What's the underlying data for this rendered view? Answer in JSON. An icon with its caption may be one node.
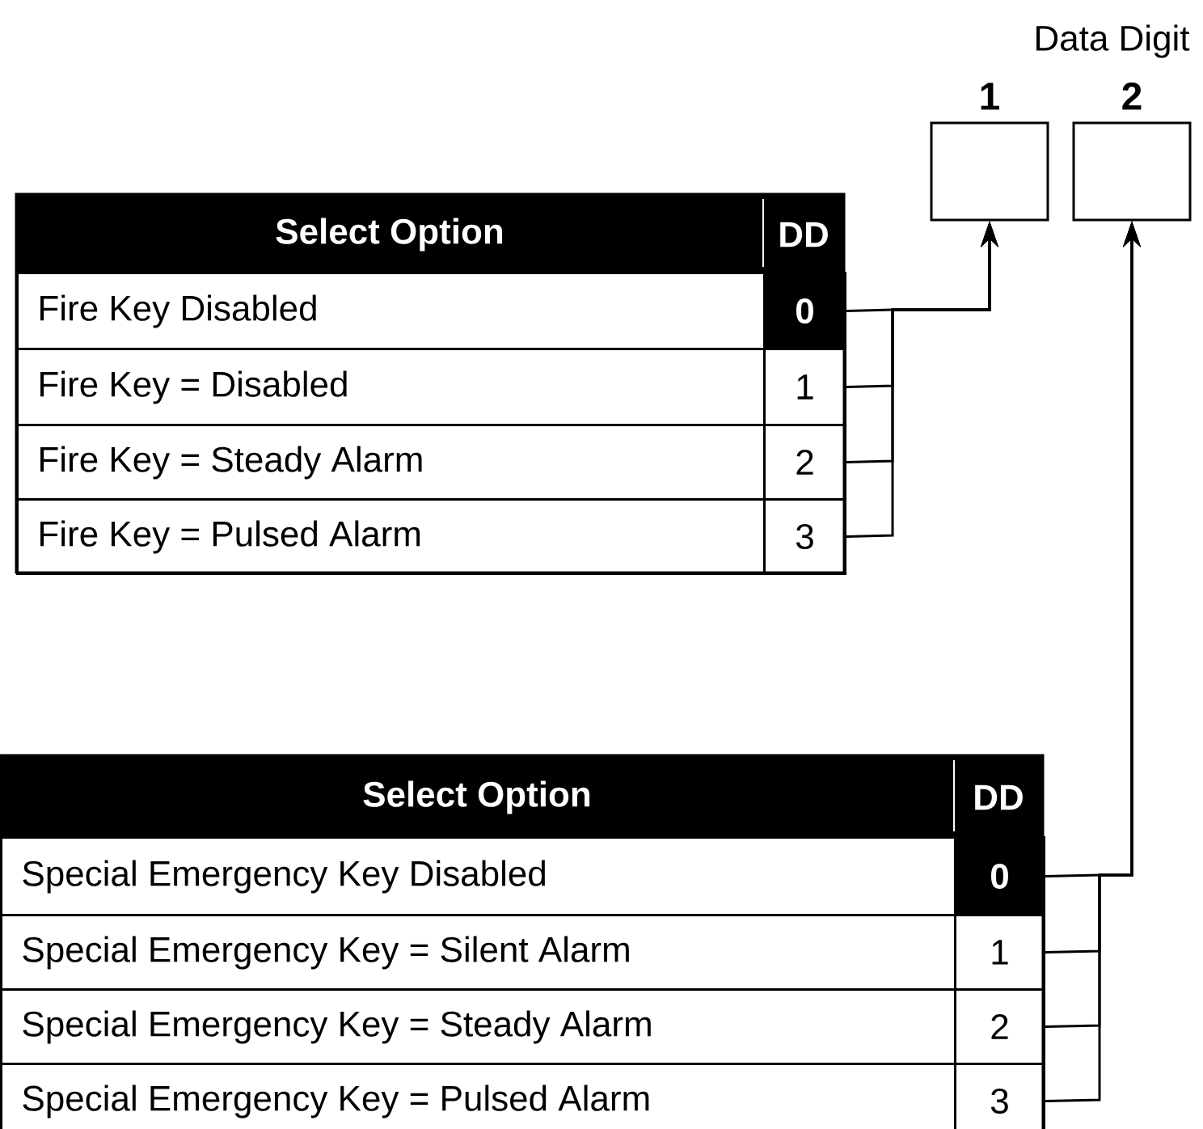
{
  "diagram": {
    "nodes": [
      {
        "text": [
          "1"
        ]
      },
      {
        "text": [
          "2"
        ]
      },
      {
        "text": [
          "Select Option",
          "DD"
        ]
      },
      {
        "text": [
          "Fire Key Disabled"
        ],
        "in": 2
      },
      {
        "text": [
          "0"
        ],
        "in": 2
      },
      {
        "text": [
          "Fire Key = Disabled"
        ],
        "in": 2
      },
      {
        "text": [
          "1"
        ],
        "in": 2
      },
      {
        "text": [
          "Fire Key = Steady Alarm"
        ],
        "in": 2
      },
      {
        "text": [
          "2"
        ],
        "in": 2
      },
      {
        "text": [
          "Fire Key = Pulsed Alarm"
        ],
        "in": 2
      },
      {
        "text": [
          "3"
        ],
        "in": 2
      },
      {
        "text": [
          "Select Option",
          "DD"
        ]
      },
      {
        "text": [
          "Special Emergency Key Disabled"
        ],
        "in": 11
      },
      {
        "text": [
          "0"
        ],
        "in": 11
      },
      {
        "text": [
          "Special Emergency Key = Silent Alarm"
        ],
        "in": 11
      },
      {
        "text": [
          "1"
        ],
        "in": 11
      },
      {
        "text": [
          "Special Emergency Key = Steady Alarm"
        ],
        "in": 11
      },
      {
        "text": [
          "2"
        ],
        "in": 11
      },
      {
        "text": [
          "Special Emergency Key = Pulsed Alarm"
        ],
        "in": 11
      },
      {
        "text": [
          "3"
        ],
        "in": 11
      }
    ],
    "edges": [
      {
        "from": 4,
        "to": 0,
        "arrow": "to"
      },
      {
        "from": 6,
        "to": 0,
        "arrow": "to"
      },
      {
        "from": 8,
        "to": 0,
        "arrow": "to"
      },
      {
        "from": 10,
        "to": 0,
        "arrow": "to"
      },
      {
        "from": 13,
        "to": 1,
        "arrow": "to"
      },
      {
        "from": 15,
        "to": 1,
        "arrow": "to"
      },
      {
        "from": 17,
        "to": 1,
        "arrow": "to"
      },
      {
        "from": 19,
        "to": 1,
        "arrow": "to"
      }
    ],
    "labels": [
      "Data Digit"
    ]
  }
}
